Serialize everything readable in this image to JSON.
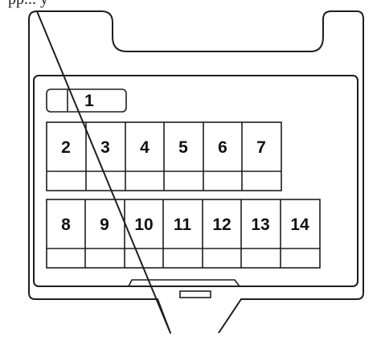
{
  "header_fragment": "pp... y",
  "relay": {
    "label": "1"
  },
  "top_row": [
    "2",
    "3",
    "4",
    "5",
    "6",
    "7"
  ],
  "bottom_row": [
    "8",
    "9",
    "10",
    "11",
    "12",
    "13",
    "14"
  ]
}
